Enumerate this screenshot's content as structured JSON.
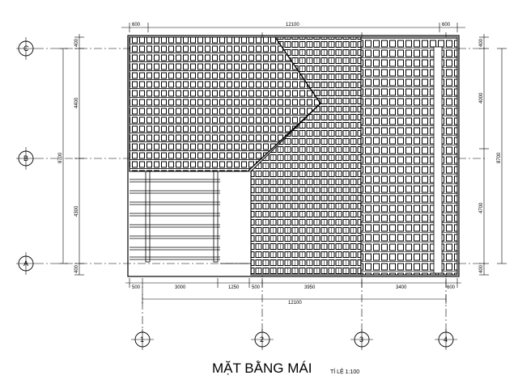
{
  "title": "MẶT BẰNG MÁI",
  "scale_label": "TỈ LỆ 1:100",
  "grid_rows": {
    "c": "C",
    "b": "B",
    "a": "A"
  },
  "grid_cols": {
    "c1": "1",
    "c2": "2",
    "c3": "3",
    "c4": "4"
  },
  "top_dims": {
    "left": "600",
    "total": "12100",
    "right": "600"
  },
  "left_dims": {
    "top": "400",
    "upper": "4400",
    "total": "8700",
    "lower": "4300",
    "bottom": "400"
  },
  "right_dims": {
    "top": "400",
    "upper": "4000",
    "total": "8700",
    "lower": "4700",
    "bottom": "400"
  },
  "bottom_dims": {
    "d1": "500",
    "d2": "3000",
    "d3": "1250",
    "d4": "500",
    "d5": "3950",
    "d6": "3400",
    "d7": "600",
    "total": "12100"
  }
}
